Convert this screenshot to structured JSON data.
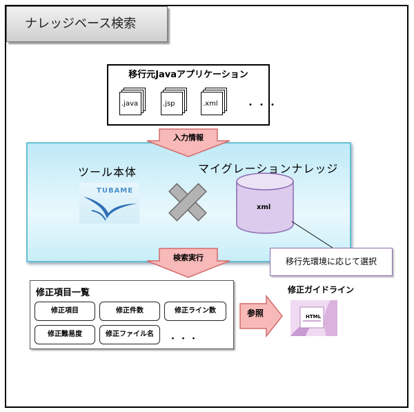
{
  "header": {
    "title": "ナレッジベース検索"
  },
  "source_app": {
    "title": "移行元Javaアプリケーション",
    "files": [
      ".java",
      ".jsp",
      ".xml"
    ],
    "more": "・・・"
  },
  "flow": {
    "input_label": "入力情報",
    "search_label": "検索実行",
    "reference_label": "参照"
  },
  "tool": {
    "body_title": "ツール本体",
    "logo_text": "TUBAME",
    "knowledge_title": "マイグレーションナレッジ",
    "db_label": "xml",
    "callout": "移行先環境に応じて選択"
  },
  "results": {
    "title": "修正項目一覧",
    "items": [
      "修正項目",
      "修正件数",
      "修正ライン数",
      "修正難易度",
      "修正ファイル名"
    ],
    "more": "・・・"
  },
  "guideline": {
    "title": "修正ガイドライン",
    "doc_label": "HTML"
  },
  "colors": {
    "panel_border": "#67c1d2",
    "panel_fill": "#d6f2fa",
    "arrow_fill": "#f8b9b9",
    "arrow_border": "#d26a6a",
    "db_fill": "#dccbed",
    "callout_border": "#8a6ab0"
  }
}
